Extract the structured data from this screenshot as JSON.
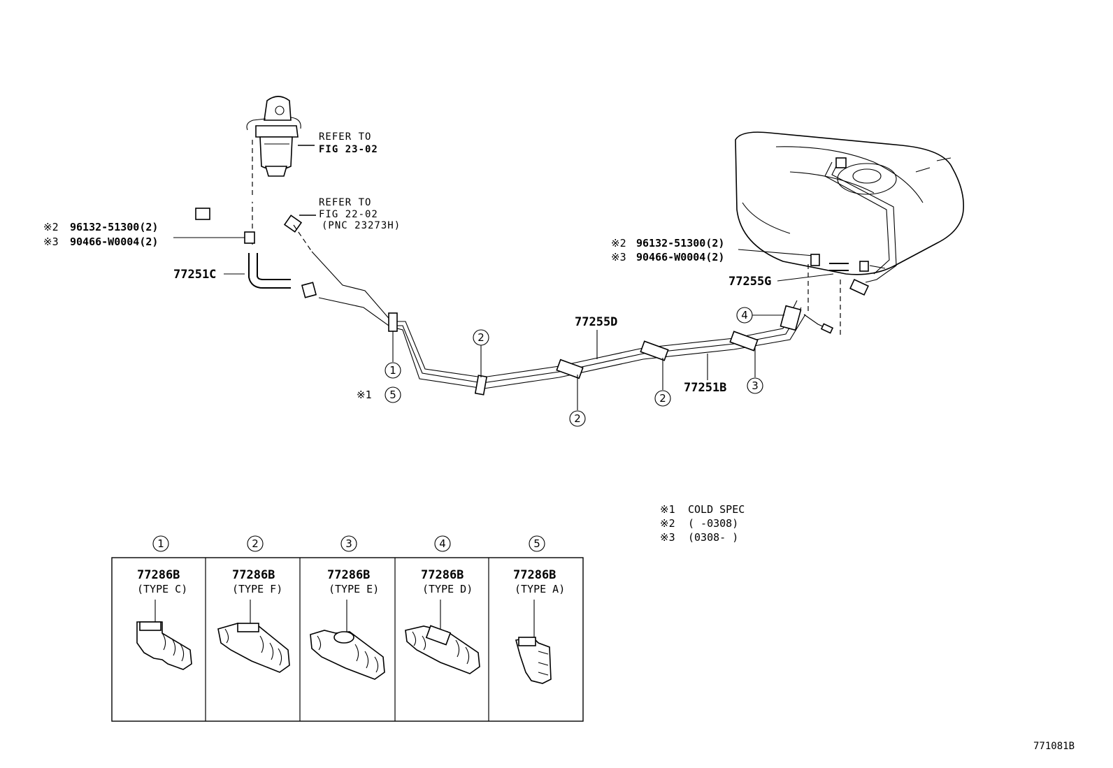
{
  "refer1": {
    "line1": "REFER TO",
    "line2": "FIG 23-02"
  },
  "refer2": {
    "line1": "REFER TO",
    "line2": "FIG 22-02",
    "line3": "(PNC 23273H)"
  },
  "left_parts": {
    "p1_mark": "※2",
    "p1_num": "96132-51300(2)",
    "p2_mark": "※3",
    "p2_num": "90466-W0004(2)"
  },
  "right_parts": {
    "p1_mark": "※2",
    "p1_num": "96132-51300(2)",
    "p2_mark": "※3",
    "p2_num": "90466-W0004(2)"
  },
  "part_numbers": {
    "hose_left": "77251C",
    "tube_main": "77255D",
    "hose_right": "77255G",
    "tube_lower": "77251B"
  },
  "callouts": {
    "c1": "1",
    "c2a": "2",
    "c2b": "2",
    "c2c": "2",
    "c3": "3",
    "c4": "4",
    "c5": "5",
    "c5_mark": "※1"
  },
  "notes": [
    {
      "mark": "※1",
      "text": "COLD  SPEC"
    },
    {
      "mark": "※2",
      "text": "(       -0308)"
    },
    {
      "mark": "※3",
      "text": "(0308-       )"
    }
  ],
  "clamps": [
    {
      "index": "1",
      "part": "77286B",
      "type": "(TYPE  C)"
    },
    {
      "index": "2",
      "part": "77286B",
      "type": "(TYPE  F)"
    },
    {
      "index": "3",
      "part": "77286B",
      "type": "(TYPE  E)"
    },
    {
      "index": "4",
      "part": "77286B",
      "type": "(TYPE  D)"
    },
    {
      "index": "5",
      "part": "77286B",
      "type": "(TYPE  A)"
    }
  ],
  "figure_id": "771081B"
}
